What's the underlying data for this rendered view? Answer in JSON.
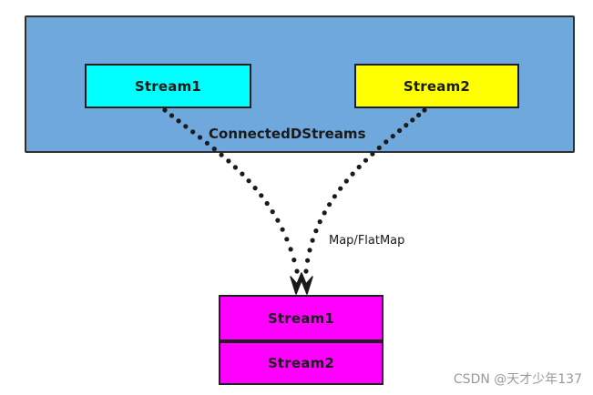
{
  "colors": {
    "container": "#6fa8dc",
    "stream1": "#00ffff",
    "stream2": "#ffff00",
    "output": "#ff00ff",
    "dots": "#1a1a1a"
  },
  "container": {
    "label": "ConnectedDStreams",
    "stream1": "Stream1",
    "stream2": "Stream2"
  },
  "edge_label": "Map/FlatMap",
  "output": {
    "stream1": "Stream1",
    "stream2": "Stream2"
  },
  "watermark": "CSDN @天才少年137",
  "icons": [
    "arrow-head-icon"
  ]
}
